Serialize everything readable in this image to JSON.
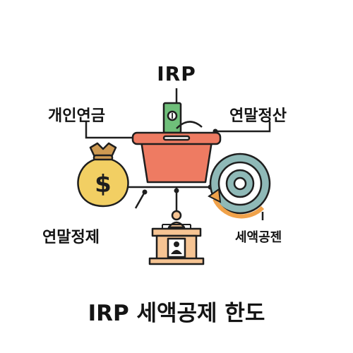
{
  "labels": {
    "top": "IRP",
    "top_left": "개인연금",
    "top_right": "연말정산",
    "bottom_left": "연말정제",
    "bottom_right": "세액공젠"
  },
  "title": "IRP 세액공제 한도",
  "icons": {
    "top": "cash-into-box-icon",
    "left": "money-bag-dollar-icon",
    "right": "cycle-target-icon",
    "bottom": "person-podium-icon"
  },
  "colors": {
    "outline": "#1e1e1e",
    "box": "#ee7b62",
    "bag": "#f2cf63",
    "bag_tie": "#ce9a52",
    "target": "#8fb9b7",
    "arrow": "#f0a24a",
    "podium": "#f6c493",
    "cash": "#6fbf7a"
  }
}
